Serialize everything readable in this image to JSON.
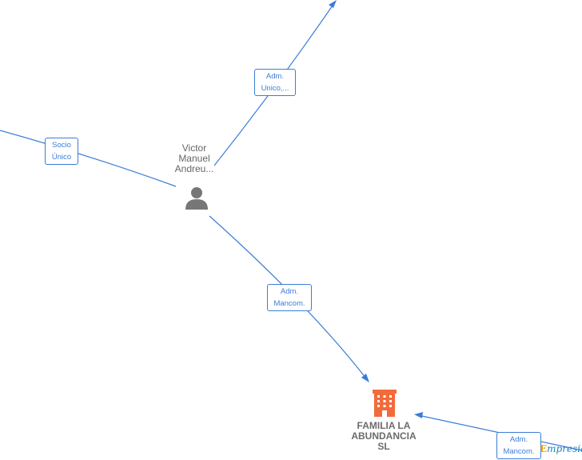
{
  "colors": {
    "edge": "#3b7dd8",
    "person_icon": "#777777",
    "company_icon": "#f26b3a",
    "label_text": "#666666"
  },
  "nodes": [
    {
      "id": "person",
      "type": "person",
      "icon": "person-icon",
      "lines": [
        "Victor",
        "Manuel",
        "Andreu..."
      ]
    },
    {
      "id": "company",
      "type": "company",
      "icon": "building-icon",
      "lines": [
        "FAMILIA LA",
        "ABUNDANCIA",
        "SL"
      ]
    }
  ],
  "edges": [
    {
      "id": "adm-unico",
      "lines": [
        "Adm.",
        "Unico,..."
      ]
    },
    {
      "id": "socio-unico",
      "lines": [
        "Socio",
        "Único"
      ]
    },
    {
      "id": "adm-mancom-1",
      "lines": [
        "Adm.",
        "Mancom."
      ]
    },
    {
      "id": "adm-mancom-2",
      "lines": [
        "Adm.",
        "Mancom."
      ]
    }
  ],
  "watermark": {
    "first": "E",
    "rest": "mpresia"
  }
}
